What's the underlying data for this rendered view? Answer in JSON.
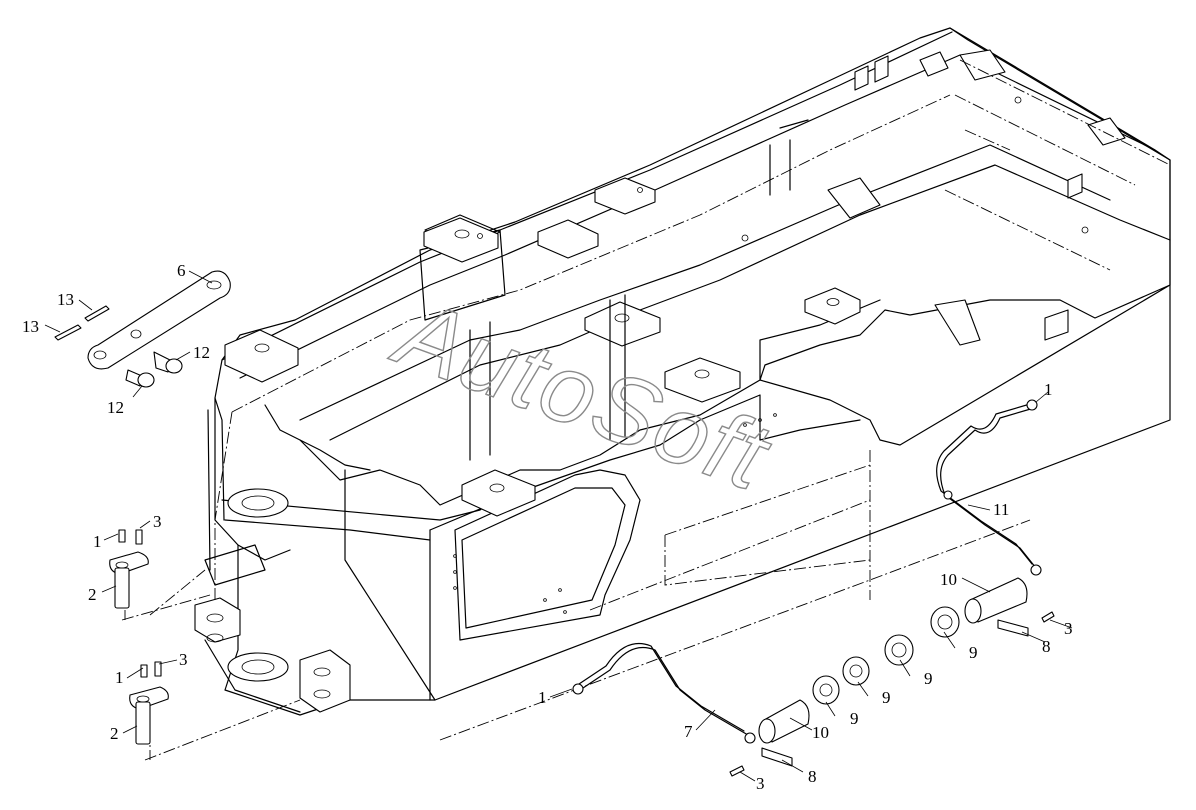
{
  "watermark": "AutoSoft",
  "callouts": {
    "c1_a": "1",
    "c1_b": "1",
    "c1_c": "1",
    "c1_d": "1",
    "c2_a": "2",
    "c2_b": "2",
    "c3_a": "3",
    "c3_b": "3",
    "c3_c": "3",
    "c3_d": "3",
    "c6": "6",
    "c7": "7",
    "c8_a": "8",
    "c8_b": "8",
    "c9_a": "9",
    "c9_b": "9",
    "c9_c": "9",
    "c9_d": "9",
    "c10_a": "10",
    "c10_b": "10",
    "c11": "11",
    "c12_a": "12",
    "c12_b": "12",
    "c13_a": "13",
    "c13_b": "13"
  }
}
